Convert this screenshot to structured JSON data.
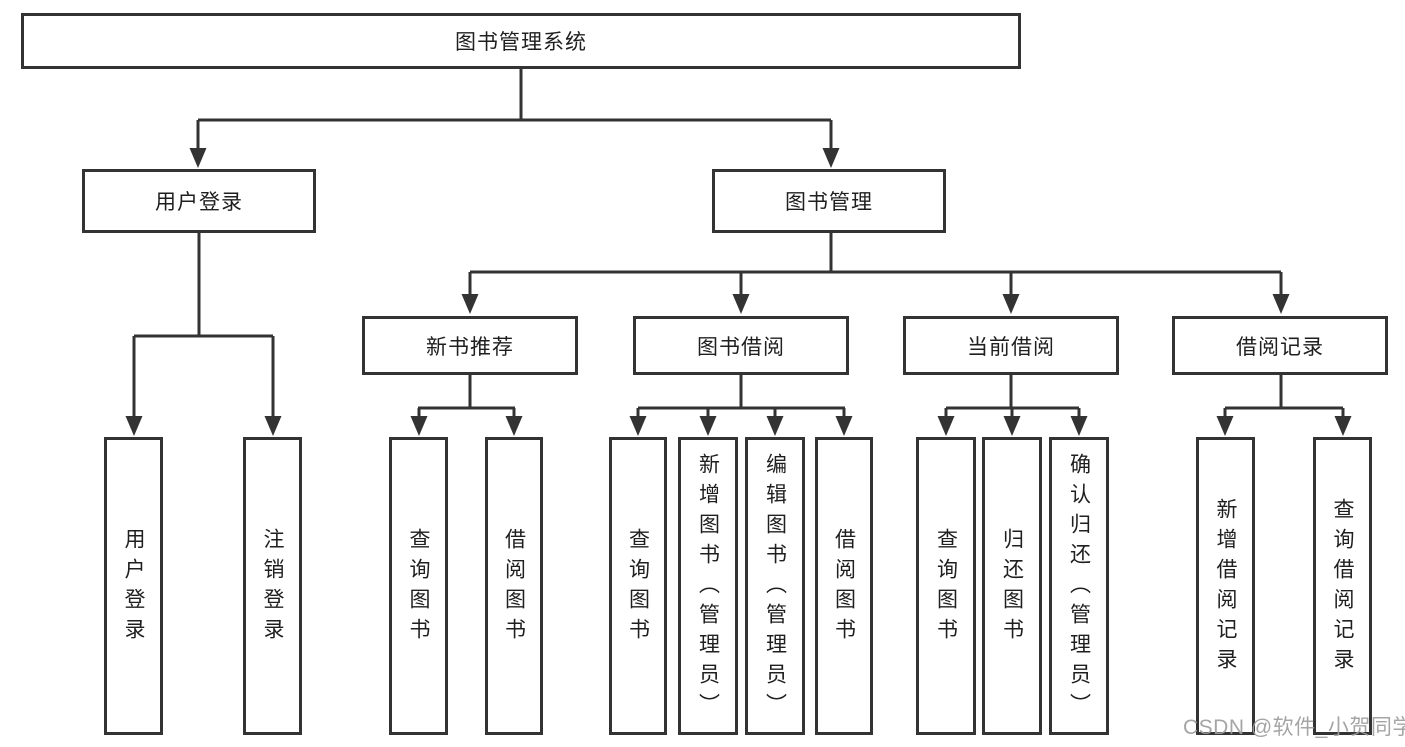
{
  "tree": {
    "root": {
      "label": "图书管理系统"
    },
    "branches": [
      {
        "label": "用户登录",
        "children": [
          {
            "label": "用户登录"
          },
          {
            "label": "注销登录"
          }
        ]
      },
      {
        "label": "图书管理",
        "children": [
          {
            "label": "新书推荐",
            "children": [
              {
                "label": "查询图书"
              },
              {
                "label": "借阅图书"
              }
            ]
          },
          {
            "label": "图书借阅",
            "children": [
              {
                "label": "查询图书"
              },
              {
                "label": "新增图书（管理员）"
              },
              {
                "label": "编辑图书（管理员）"
              },
              {
                "label": "借阅图书"
              }
            ]
          },
          {
            "label": "当前借阅",
            "children": [
              {
                "label": "查询图书"
              },
              {
                "label": "归还图书"
              },
              {
                "label": "确认归还（管理员）"
              }
            ]
          },
          {
            "label": "借阅记录",
            "children": [
              {
                "label": "新增借阅记录"
              },
              {
                "label": "查询借阅记录"
              }
            ]
          }
        ]
      }
    ]
  },
  "watermark": {
    "text": "CSDN @软件_小贺同学",
    "color": "#9e9e9e"
  },
  "colors": {
    "line": "#333333",
    "box_border": "#333333",
    "text": "#1f1f1f",
    "background": "#ffffff"
  }
}
